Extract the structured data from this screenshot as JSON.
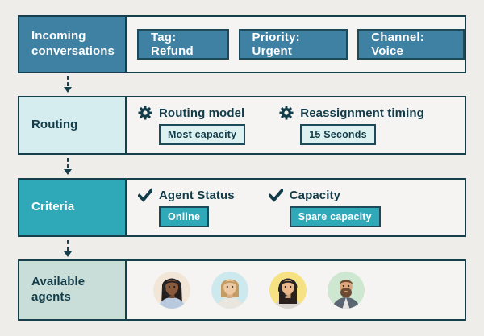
{
  "colors": {
    "page_bg": "#eeedea",
    "panel_bg": "#f5f4f2",
    "border_dark": "#163f4c",
    "steel_blue": "#3e81a3",
    "teal": "#2fa8b8",
    "light_cyan": "#d6edf0",
    "pale_sage": "#c9ded8",
    "chip_light": "#ddf2f0",
    "text_dark": "#123c49",
    "text_light": "#ffffff"
  },
  "rows": {
    "incoming": {
      "label": "Incoming conversations",
      "chips": [
        "Tag: Refund",
        "Priority: Urgent",
        "Channel: Voice"
      ]
    },
    "routing": {
      "label": "Routing",
      "features": [
        {
          "icon": "gear-icon",
          "title": "Routing model",
          "chip": "Most capacity"
        },
        {
          "icon": "gear-icon",
          "title": "Reassignment timing",
          "chip": "15 Seconds"
        }
      ]
    },
    "criteria": {
      "label": "Criteria",
      "features": [
        {
          "icon": "check-icon",
          "title": "Agent Status",
          "chip": "Online"
        },
        {
          "icon": "check-icon",
          "title": "Capacity",
          "chip": "Spare capacity"
        }
      ]
    },
    "agents": {
      "label": "Available agents",
      "avatars": [
        {
          "name": "agent-avatar-1",
          "bg": "#f2e6d8"
        },
        {
          "name": "agent-avatar-2",
          "bg": "#cde9ee"
        },
        {
          "name": "agent-avatar-3",
          "bg": "#f6e183"
        },
        {
          "name": "agent-avatar-4",
          "bg": "#cde7d1"
        }
      ]
    }
  }
}
